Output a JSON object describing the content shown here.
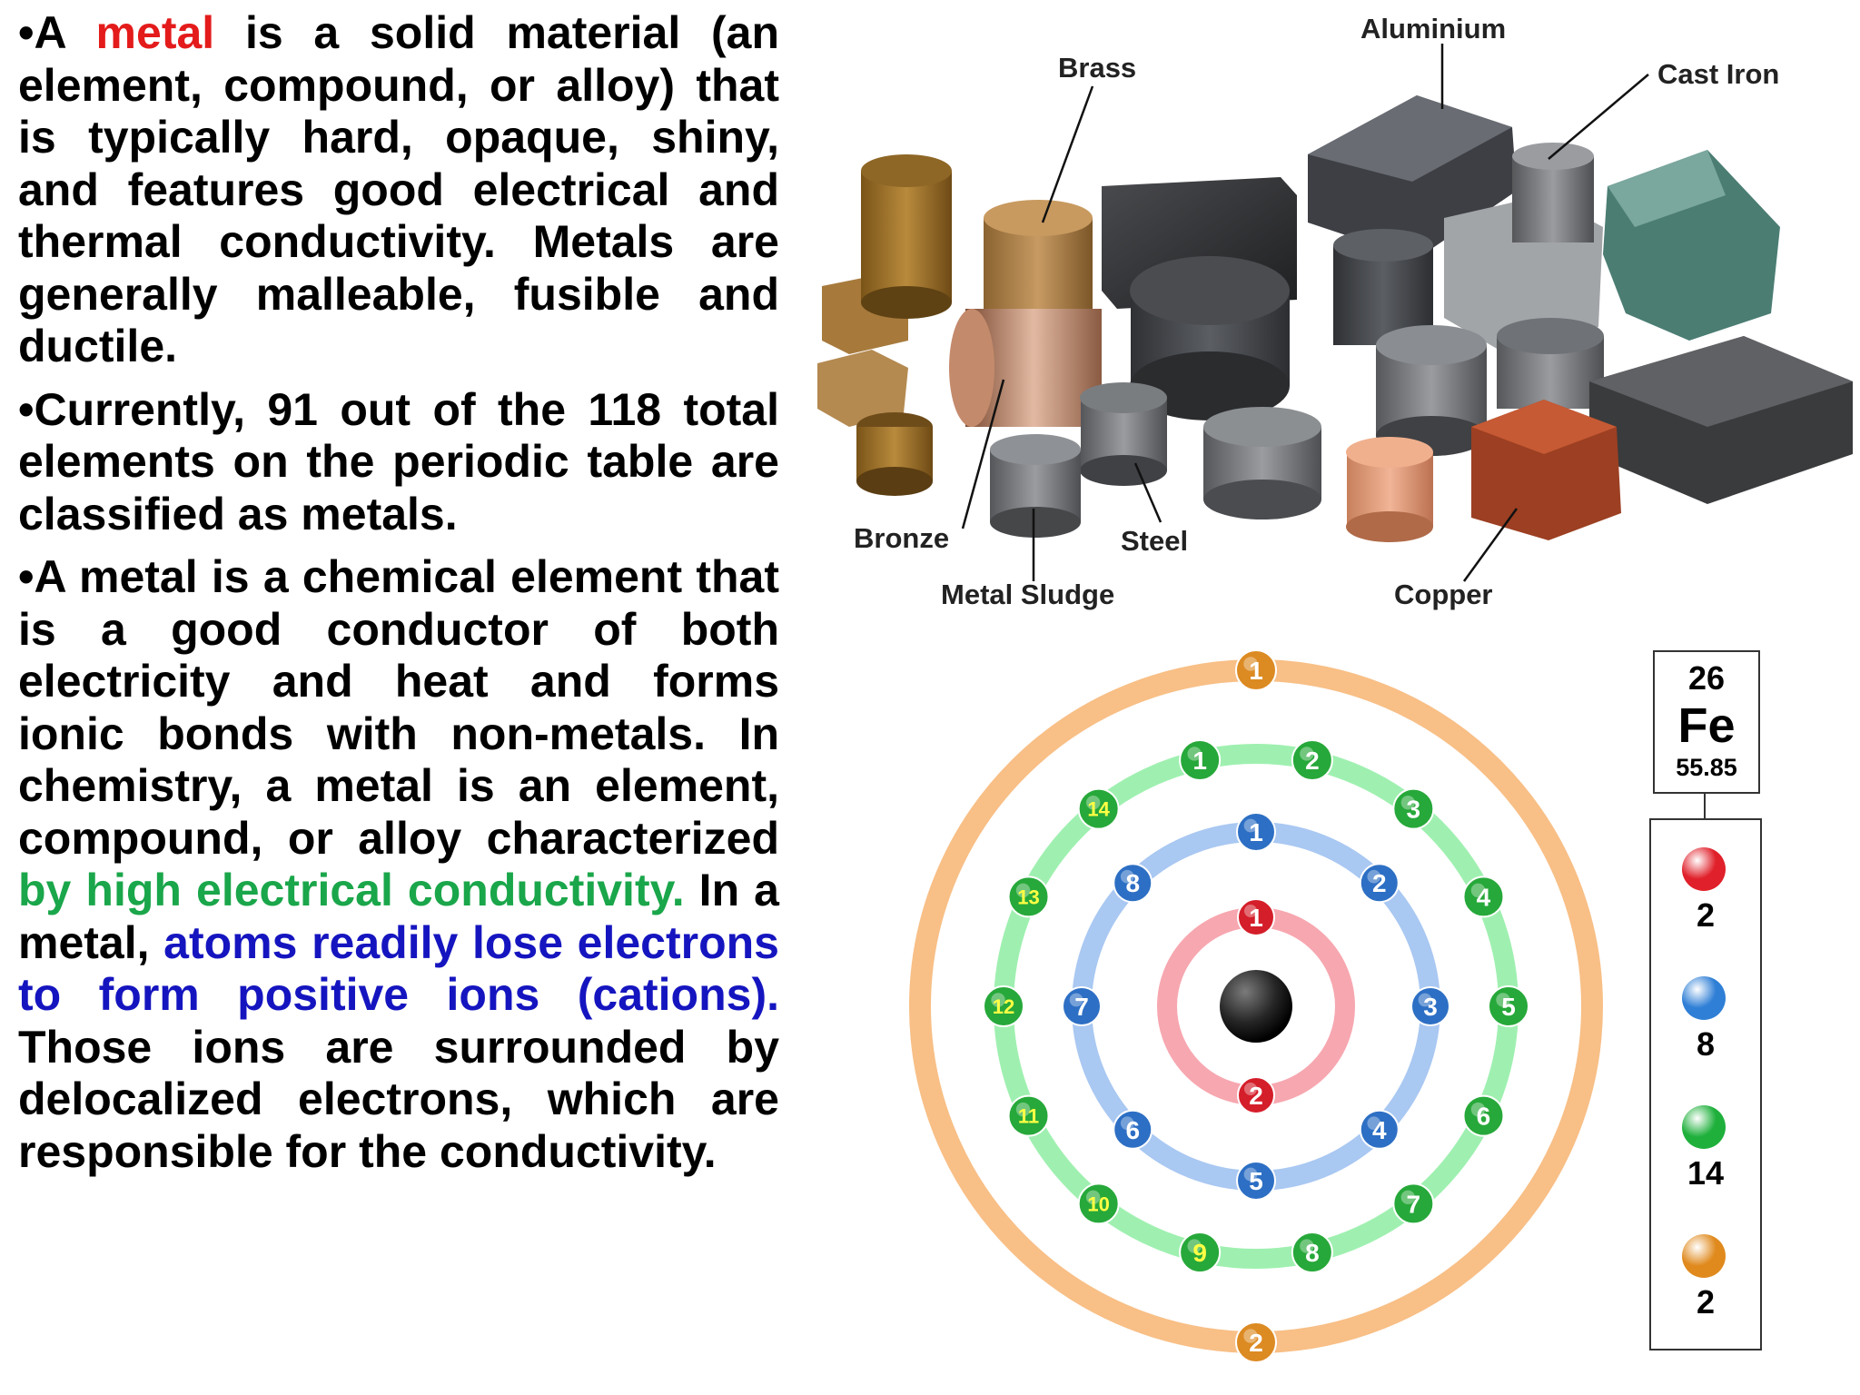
{
  "paragraphs": {
    "p1": {
      "bullet": "•",
      "lead": "A ",
      "metal_word": "metal",
      "rest": " is a solid material (an element, compound, or alloy) that is typically hard, opaque, shiny, and features good electrical and thermal conductivity. Metals are generally malleable, fusible and ductile."
    },
    "p2": {
      "bullet": "•",
      "text": "Currently, 91 out of the 118 total elements on the periodic table are classified as metals."
    },
    "p3": {
      "bullet": "•",
      "start": "A metal is a chemical element that is a good conductor of both electricity and heat and forms ionic bonds with non-metals. In chemistry, a metal is an element, compound, or alloy characterized ",
      "green": "by high electrical conductivity.",
      "mid": " In a metal, ",
      "blue": "atoms readily lose electrons to form positive ions (cations).",
      "end": " Those ions are surrounded by delocalized electrons, which are responsible for the conductivity."
    }
  },
  "metal_photo_labels": {
    "brass": "Brass",
    "aluminium": "Aluminium",
    "cast_iron": "Cast Iron",
    "bronze": "Bronze",
    "steel": "Steel",
    "metal_sludge": "Metal Sludge",
    "copper": "Copper"
  },
  "element_card": {
    "atomic_number": "26",
    "symbol": "Fe",
    "atomic_mass": "55.85"
  },
  "shell_legend": [
    {
      "count": "2",
      "color": "#e0202a"
    },
    {
      "count": "8",
      "color": "#2f7fd6"
    },
    {
      "count": "14",
      "color": "#1fb03c"
    },
    {
      "count": "2",
      "color": "#e08a1e"
    }
  ],
  "atom": {
    "shell1": {
      "electron_labels": [
        "1",
        "2"
      ],
      "ring_color": "#f7a7b0",
      "electron_color": "#d41e2a"
    },
    "shell2": {
      "electron_labels": [
        "1",
        "2",
        "3",
        "4",
        "5",
        "6",
        "7",
        "8"
      ],
      "ring_color": "#a9c8f2",
      "electron_color": "#2d6fc4"
    },
    "shell3": {
      "electron_labels": [
        "1",
        "2",
        "3",
        "4",
        "5",
        "6",
        "7",
        "8",
        "9",
        "10",
        "11",
        "12",
        "13",
        "14"
      ],
      "ring_color": "#9ff0b0",
      "electron_color": "#27a83a"
    },
    "shell4": {
      "electron_labels": [
        "1",
        "2"
      ],
      "ring_color": "#f8bf86",
      "electron_color": "#dc8a22"
    }
  }
}
